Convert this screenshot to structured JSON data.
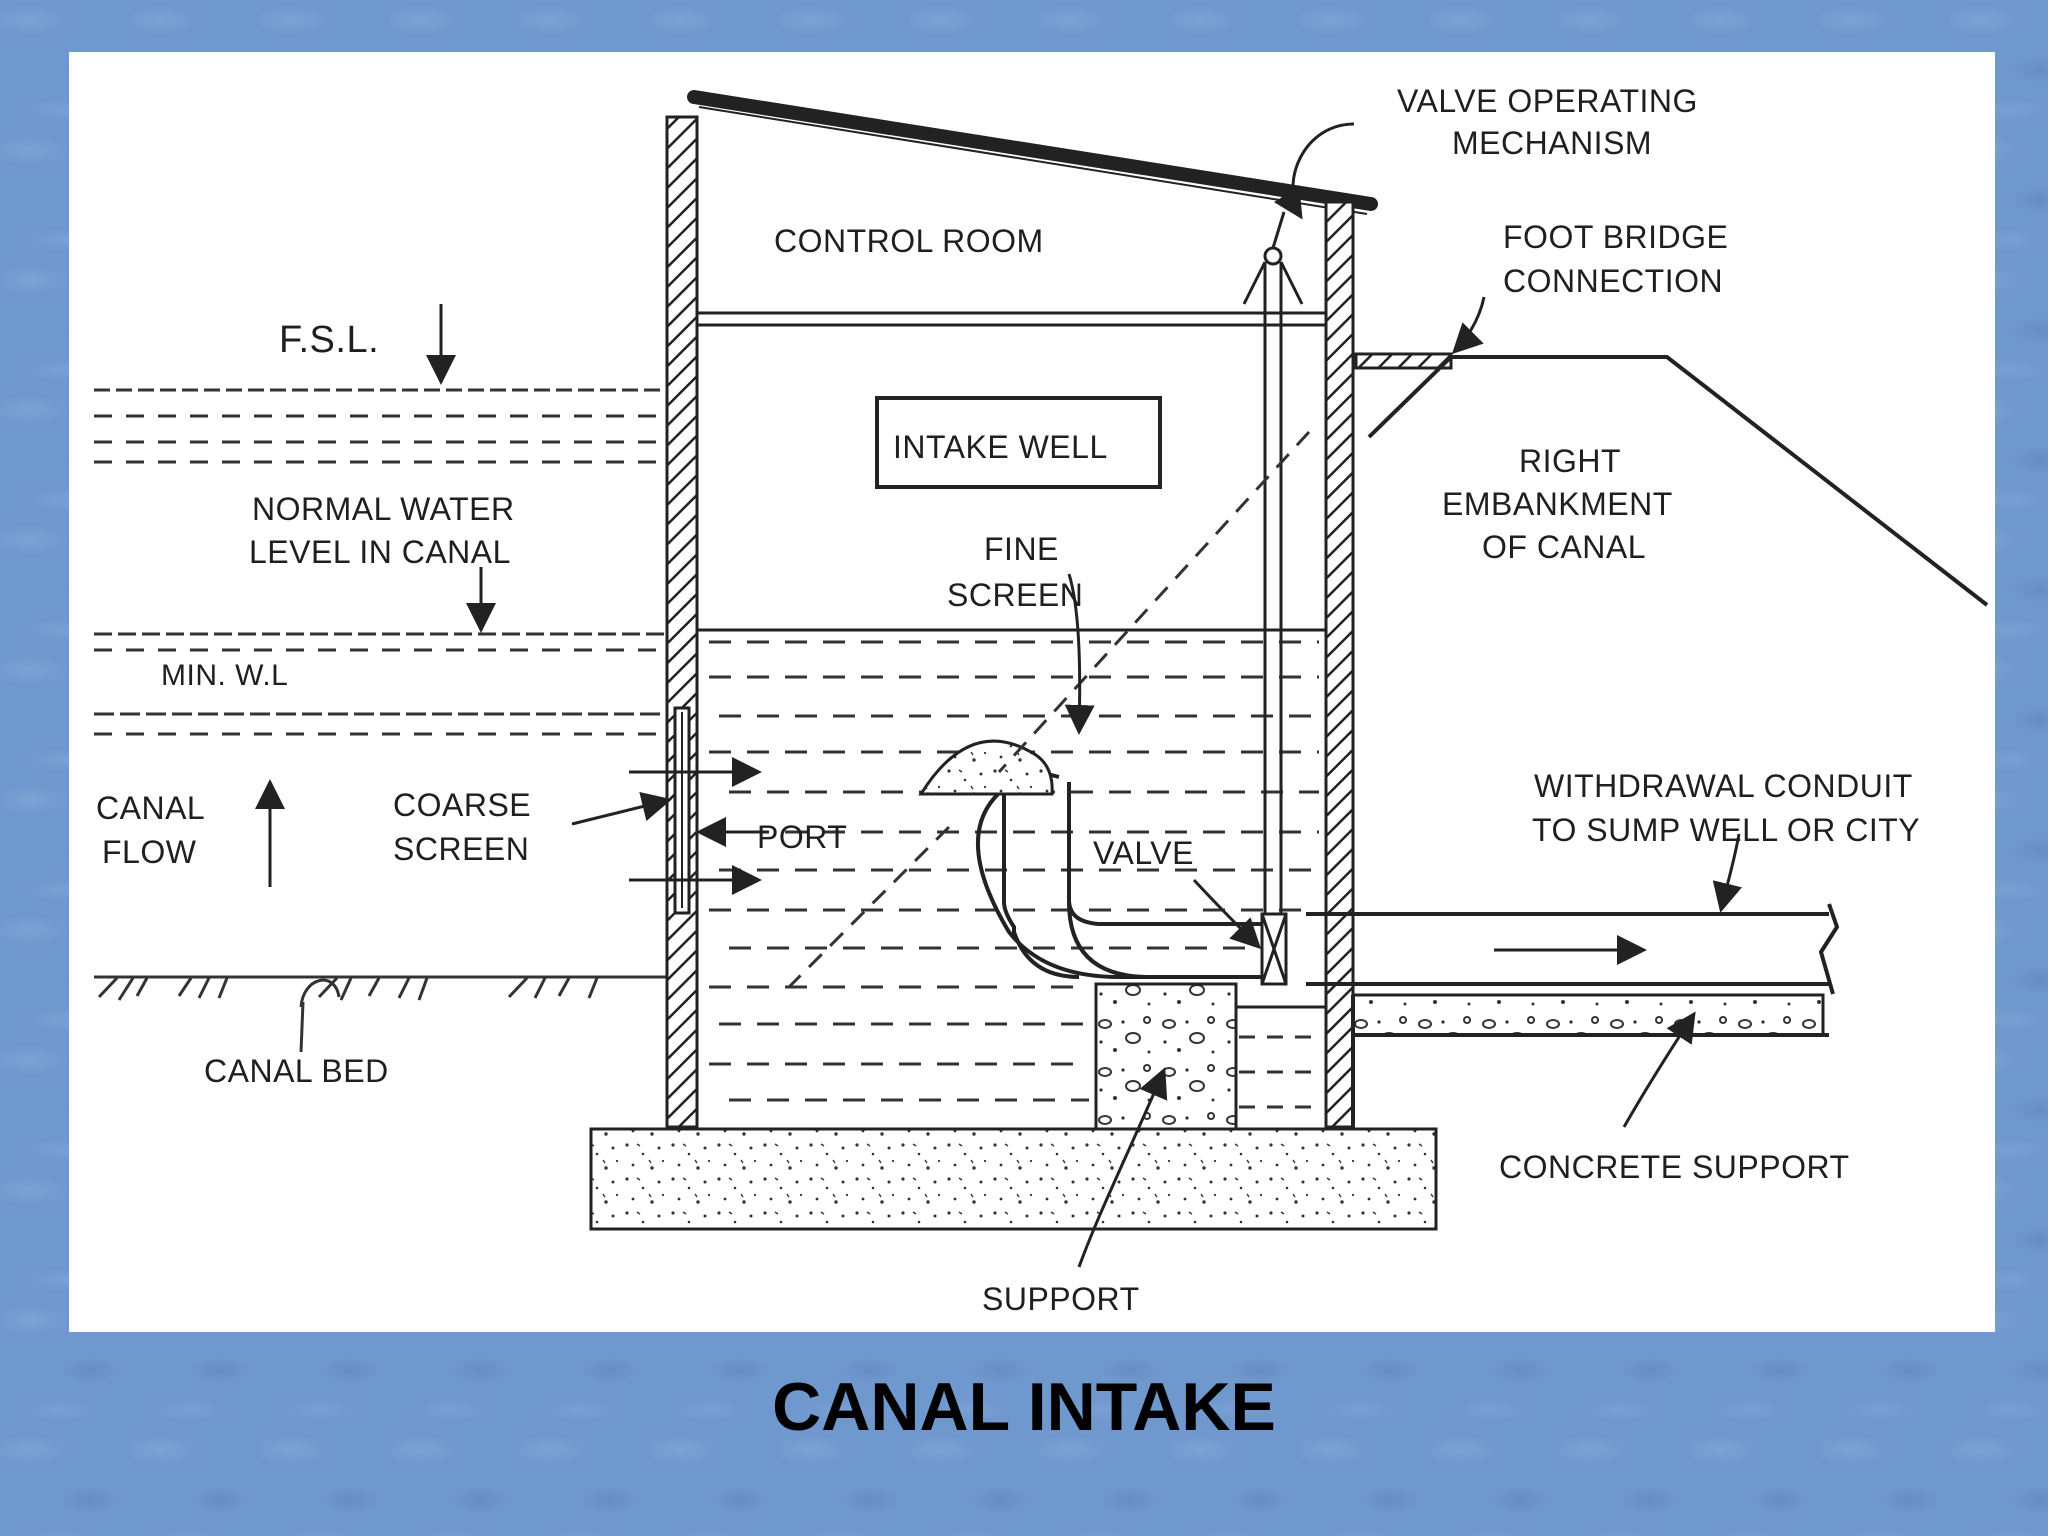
{
  "title": "CANAL INTAKE",
  "labels": {
    "valve_operating_1": "VALVE OPERATING",
    "valve_operating_2": "MECHANISM",
    "control_room": "CONTROL ROOM",
    "foot_bridge_1": "FOOT BRIDGE",
    "foot_bridge_2": "CONNECTION",
    "fsl": "F.S.L.",
    "intake_well": "INTAKE WELL",
    "right_embankment_1": "RIGHT",
    "right_embankment_2": "EMBANKMENT",
    "right_embankment_3": "OF CANAL",
    "normal_water_1": "NORMAL WATER",
    "normal_water_2": "LEVEL IN CANAL",
    "fine_screen_1": "FINE",
    "fine_screen_2": "SCREEN",
    "min_wl": "MIN. W.L",
    "withdrawal_1": "WITHDRAWAL CONDUIT",
    "withdrawal_2": "TO SUMP WELL OR CITY",
    "canal_flow_1": "CANAL",
    "canal_flow_2": "FLOW",
    "coarse_screen_1": "COARSE",
    "coarse_screen_2": "SCREEN",
    "port": "PORT",
    "valve": "VALVE",
    "canal_bed": "CANAL BED",
    "concrete_support": "CONCRETE SUPPORT",
    "support": "SUPPORT"
  }
}
